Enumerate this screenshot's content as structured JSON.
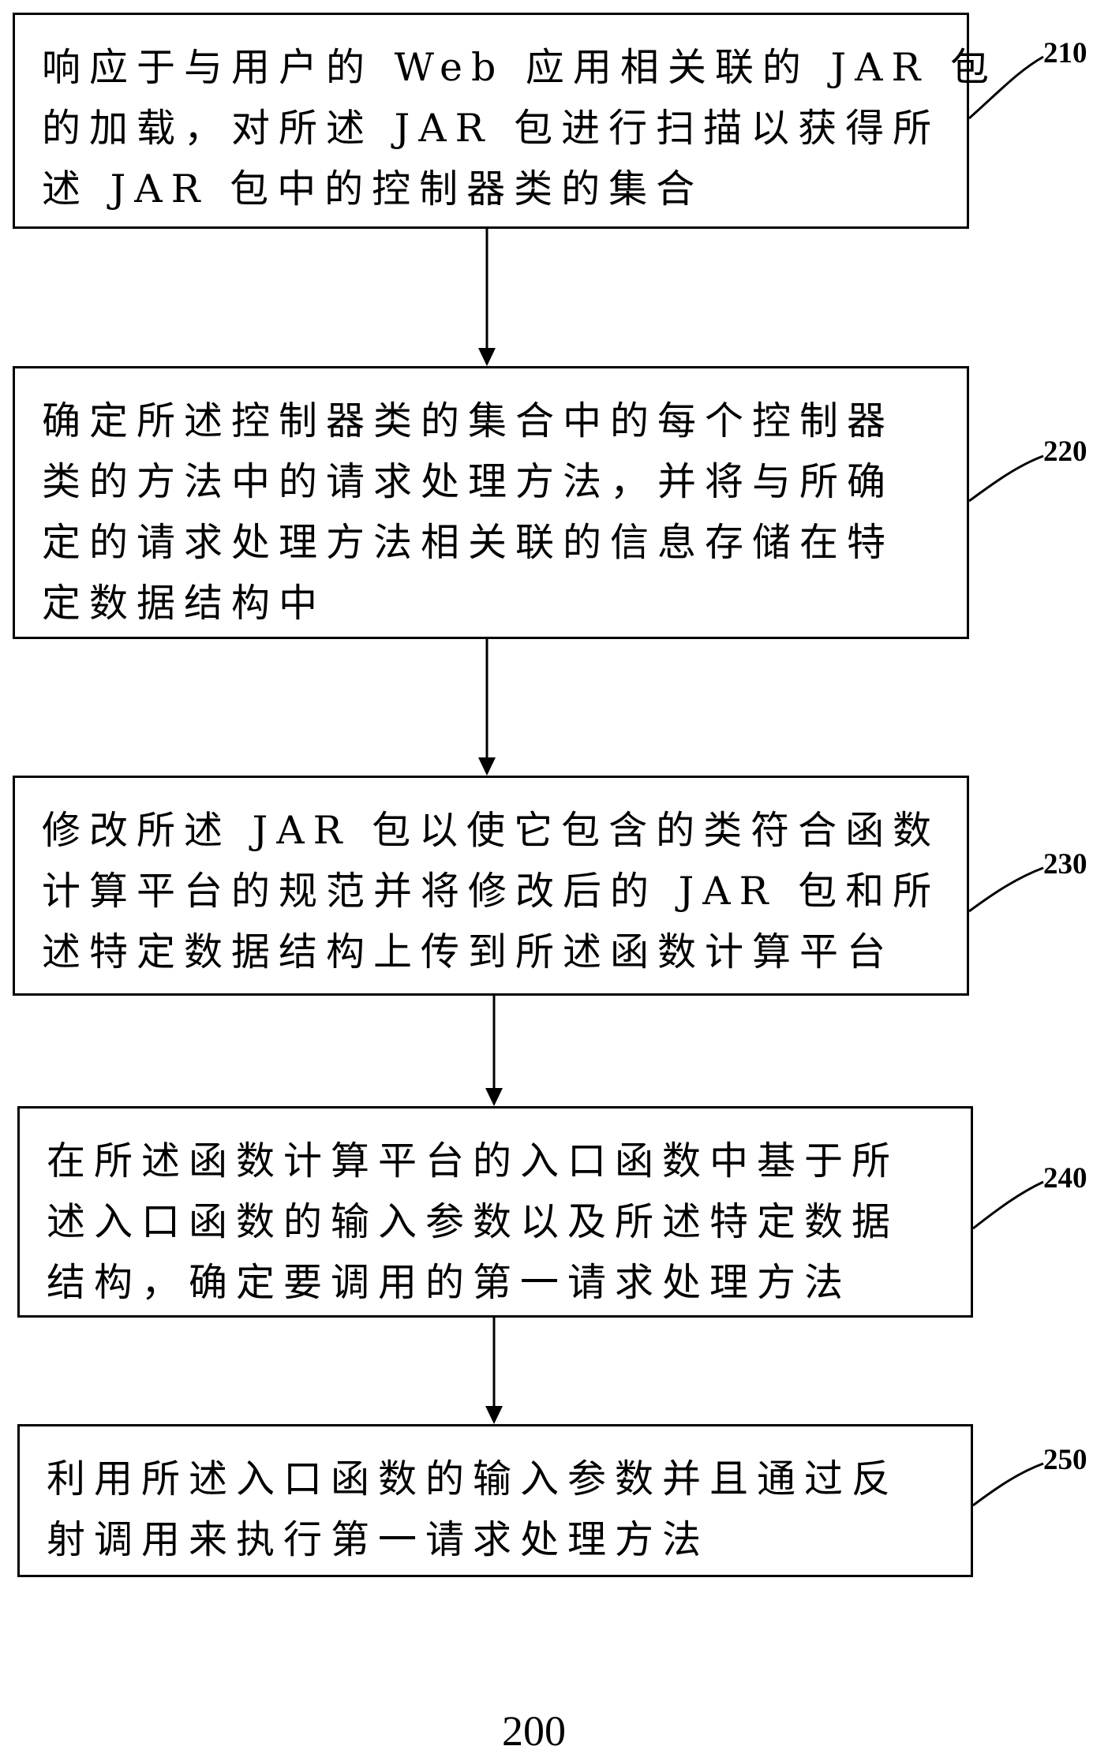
{
  "steps": [
    {
      "label": "210",
      "lines": [
        "响应于与用户的 Web 应用相关联的 JAR 包",
        "的加载，对所述 JAR 包进行扫描以获得所",
        "述 JAR 包中的控制器类的集合"
      ]
    },
    {
      "label": "220",
      "lines": [
        "确定所述控制器类的集合中的每个控制器",
        "类的方法中的请求处理方法，并将与所确",
        "定的请求处理方法相关联的信息存储在特",
        "定数据结构中"
      ]
    },
    {
      "label": "230",
      "lines": [
        "修改所述 JAR 包以使它包含的类符合函数",
        "计算平台的规范并将修改后的 JAR 包和所",
        "述特定数据结构上传到所述函数计算平台"
      ]
    },
    {
      "label": "240",
      "lines": [
        "在所述函数计算平台的入口函数中基于所",
        "述入口函数的输入参数以及所述特定数据",
        "结构，确定要调用的第一请求处理方法"
      ]
    },
    {
      "label": "250",
      "lines": [
        "利用所述入口函数的输入参数并且通过反",
        "射调用来执行第一请求处理方法"
      ]
    }
  ],
  "figure_number": "200"
}
